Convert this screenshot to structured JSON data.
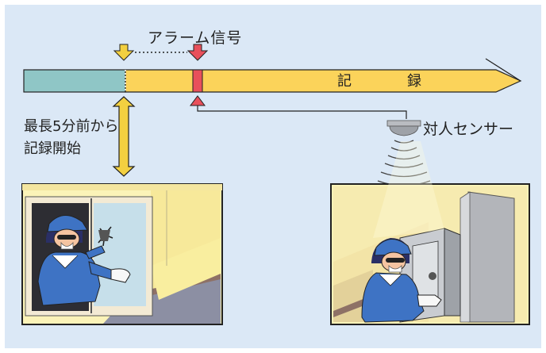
{
  "labels": {
    "alarm_signal": "アラーム信号",
    "recording": "記　録",
    "pre_record_line1": "最長5分前から",
    "pre_record_line2": "記録開始",
    "sensor": "対人センサー"
  },
  "colors": {
    "background": "#dbe8f6",
    "pre_record_segment": "#8fc6c6",
    "recording_segment": "#fbd35a",
    "alarm_marker": "#e8505b",
    "pre_arrow": "#f3d040"
  },
  "icons": {
    "sensor": "ceiling-motion-sensor-icon",
    "scene_left": "intruder-breaking-window",
    "scene_right": "intruder-opening-safe"
  }
}
